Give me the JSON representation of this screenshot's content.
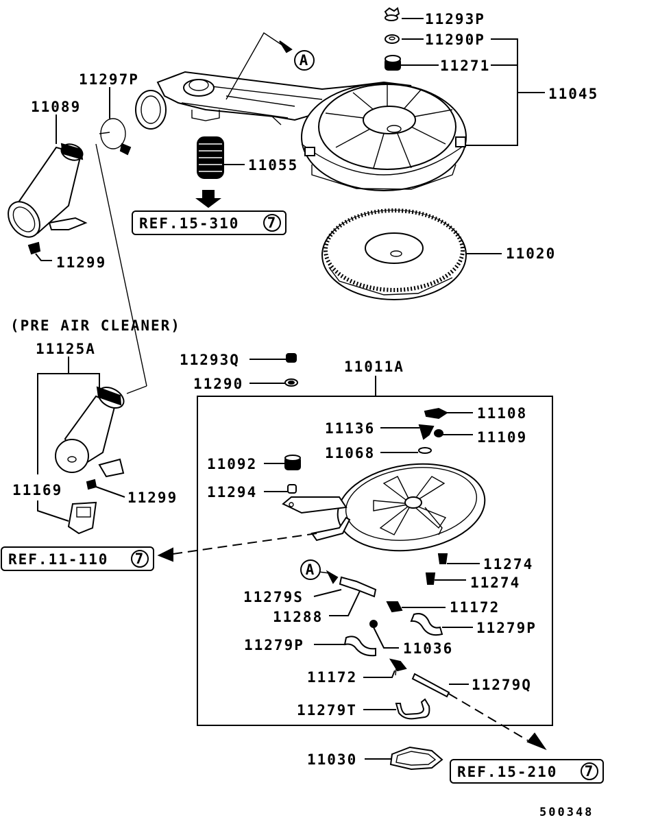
{
  "diagram_number": "500348",
  "section_title": "(PRE AIR CLEANER)",
  "callouts": {
    "p11293P": "11293P",
    "p11290P": "11290P",
    "p11271": "11271",
    "p11045": "11045",
    "p11297P": "11297P",
    "p11089": "11089",
    "p11055": "11055",
    "p11020": "11020",
    "p11299_top": "11299",
    "p11125A": "11125A",
    "p11169": "11169",
    "p11299_low": "11299",
    "p11293Q": "11293Q",
    "p11290": "11290",
    "p11011A": "11011A",
    "p11108": "11108",
    "p11136": "11136",
    "p11109": "11109",
    "p11068": "11068",
    "p11092": "11092",
    "p11294": "11294",
    "p11274_a": "11274",
    "p11274_b": "11274",
    "p11279S": "11279S",
    "p11288": "11288",
    "p11172_a": "11172",
    "p11279P_a": "11279P",
    "p11279P_b": "11279P",
    "p11036": "11036",
    "p11172_b": "11172",
    "p11279Q": "11279Q",
    "p11279T": "11279T",
    "p11030": "11030"
  },
  "references": {
    "ref1": {
      "text": "REF.15-310",
      "circle": "7"
    },
    "ref2": {
      "text": "REF.11-110",
      "circle": "7"
    },
    "ref3": {
      "text": "REF.15-210",
      "circle": "7"
    }
  },
  "connection_marker": "A"
}
